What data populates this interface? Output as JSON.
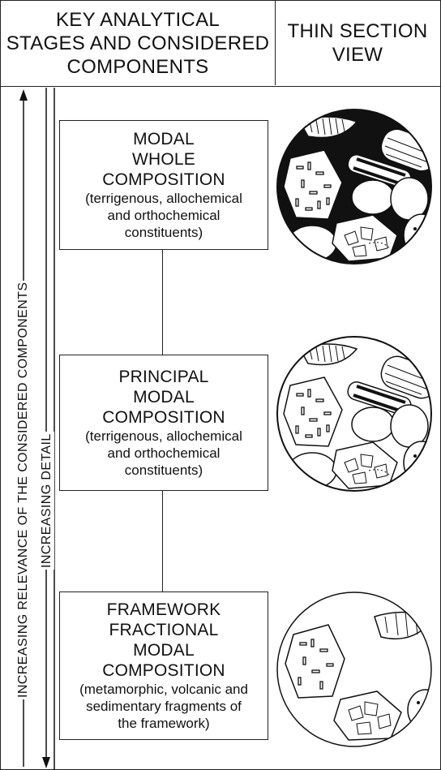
{
  "header": {
    "left_lines": [
      "KEY ANALYTICAL",
      "STAGES AND CONSIDERED",
      "COMPONENTS"
    ],
    "right_lines": [
      "THIN SECTION",
      "VIEW"
    ]
  },
  "axes": {
    "outer_label": "INCREASING RELEVANCE OF THE CONSIDERED COMPONENTS",
    "inner_label": "INCREASING DETAIL"
  },
  "stages": [
    {
      "title_lines": [
        "MODAL",
        "WHOLE",
        "COMPOSITION"
      ],
      "desc_lines": [
        "(terrigenous, allochemical",
        "and orthochemical",
        "constituents)"
      ],
      "thin_section": "full-grains-dark-matrix"
    },
    {
      "title_lines": [
        "PRINCIPAL",
        "MODAL",
        "COMPOSITION"
      ],
      "desc_lines": [
        "(terrigenous, allochemical",
        "and orthochemical",
        "constituents)"
      ],
      "thin_section": "grains-white-matrix"
    },
    {
      "title_lines": [
        "FRAMEWORK",
        "FRACTIONAL",
        "MODAL",
        "COMPOSITION"
      ],
      "desc_lines": [
        "(metamorphic, volcanic and",
        "sedimentary fragments of",
        "the framework)"
      ],
      "thin_section": "framework-fragments-only"
    }
  ]
}
